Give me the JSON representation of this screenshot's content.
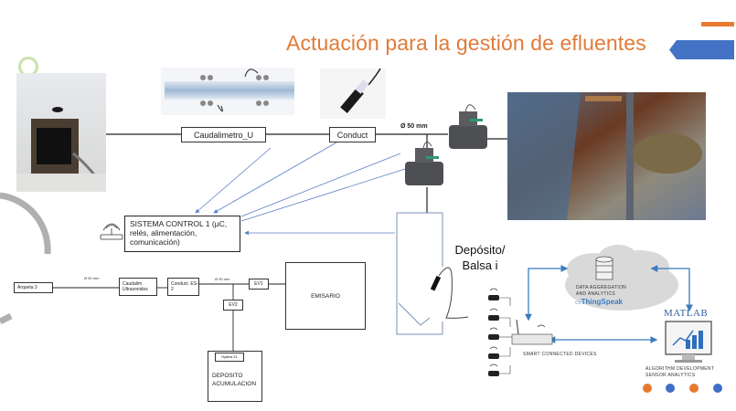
{
  "header": {
    "title": "Actuación para la gestión de efluentes"
  },
  "top_diagram": {
    "flowmeter_label": "Caudalimetro_U",
    "conductivity_label": "Conduct",
    "pipe_diameter": "Ø 50 mm",
    "control_system_label": "SISTEMA CONTROL 1 (µC, relés, alimentación, comunicación)",
    "tank_label": "Depósito/ Balsa i"
  },
  "bottom_diagram": {
    "arqueta_label": "Arqueta 3",
    "pipe_diameter_1": "Ø 50 mm",
    "flowmeter_label": "Caudalim Ultrasonidos",
    "conductivity_label": "Conduct. ES-2",
    "pipe_diameter_2": "Ø 50 mm",
    "ev1_label": "EV1",
    "ev2_label": "EV2",
    "emisario_label": "EMISARIO",
    "hydros_label": "Hydros 21",
    "deposito_label": "DEPOSITO ACUMULACION"
  },
  "iot_diagram": {
    "cloud_line1": "DATA AGGREGATION",
    "cloud_line2": "AND ANALYTICS",
    "thingspeak_label": "ThingSpeak",
    "devices_label": "SMART CONNECTED DEVICES",
    "matlab_label": "MATLAB",
    "algorithm_line1": "ALGORITHM DEVELOPMENT",
    "algorithm_line2": "SENSOR ANALYTICS"
  },
  "colors": {
    "title": "#e07b39",
    "accent_orange": "#e87a2e",
    "accent_blue": "#4472c4",
    "arrow_blue": "#3b7bbf",
    "connector_line": "#5b7fc7"
  },
  "dots": [
    "orange",
    "blue",
    "orange",
    "blue"
  ]
}
